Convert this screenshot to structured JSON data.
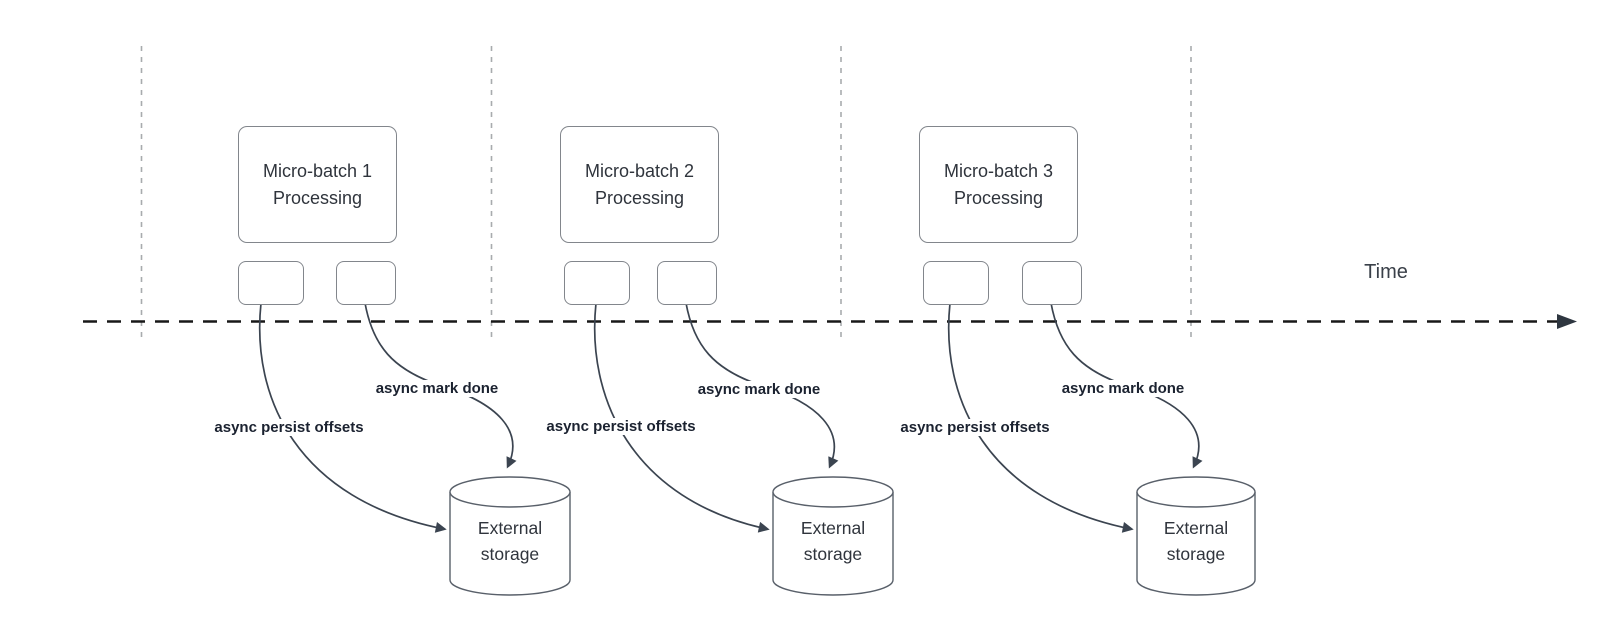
{
  "diagram": {
    "time_axis_label": "Time",
    "batches": [
      {
        "box_label": "Micro-batch 1\nProcessing",
        "persist_arrow_label": "async persist offsets",
        "mark_done_arrow_label": "async mark done",
        "storage_label": "External\nstorage"
      },
      {
        "box_label": "Micro-batch 2\nProcessing",
        "persist_arrow_label": "async persist offsets",
        "mark_done_arrow_label": "async mark done",
        "storage_label": "External\nstorage"
      },
      {
        "box_label": "Micro-batch 3\nProcessing",
        "persist_arrow_label": "async persist offsets",
        "mark_done_arrow_label": "async mark done",
        "storage_label": "External\nstorage"
      }
    ]
  },
  "colors": {
    "background": "#ffffff",
    "box_border": "#82868c",
    "box_text": "#2f343c",
    "flow_stroke": "#3b4450",
    "flow_label_text": "#1b2230",
    "time_axis": "#181818",
    "guide_line": "#a8abae",
    "cylinder_stroke": "#59606a"
  },
  "icons": {
    "time_axis_arrowhead": "right-arrowhead",
    "flow_arrowhead": "filled-arrowhead"
  }
}
